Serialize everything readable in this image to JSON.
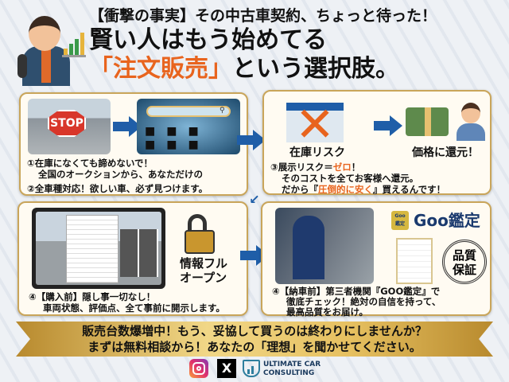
{
  "header": {
    "line1": "【衝撃の事実】その中古車契約、ちょっと待った！",
    "line2": "賢い人はもう始めてる",
    "line3_accent": "「注文販売」",
    "line3_rest": "という選択肢。"
  },
  "panel1": {
    "stop_sign": "STOP",
    "line1": "①在庫になくても諦めないで！",
    "line2": "全国のオークションから、あなただけの",
    "line3": "②全車種対応！欲しい車、必ず見つけます。"
  },
  "panel2": {
    "inventory_label": "在庫リスク",
    "price_label": "価格に還元！",
    "line1_a": "③展示リスク＝",
    "line1_accent": "ゼロ",
    "line1_b": "！",
    "line2": "そのコストを全てお客様へ還元。",
    "line3_a": "だから『",
    "line3_accent": "圧倒的に安く",
    "line3_b": "』買えるんです！"
  },
  "panel3": {
    "lock_label_1": "情報フル",
    "lock_label_2": "オープン",
    "line1": "④【購入前】隠し事一切なし！",
    "line2": "車両状態、評価点、全て事前に開示します。"
  },
  "panel4": {
    "goo_badge": "Goo",
    "goo_badge_sub": "鑑定",
    "goo_logo": "Goo鑑定",
    "quality_1": "品質",
    "quality_2": "保証",
    "line1": "④【納車前】第三者機関『GOO鑑定』で",
    "line2": "徹底チェック！絶対の自信を持って、",
    "line3": "最高品質をお届け。"
  },
  "banner": {
    "line1": "販売台数爆増中！もう、妥協して買うのは終わりにしませんか？",
    "line2": "まずは無料相談から！あなたの「理想」を聞かせてください。"
  },
  "footer": {
    "brand_line1": "ULTIMATE CAR",
    "brand_line2": "CONSULTING",
    "x_glyph": "X"
  },
  "colors": {
    "accent": "#e8641e",
    "arrow": "#1f5ea8",
    "gold": "#c9a55a"
  }
}
